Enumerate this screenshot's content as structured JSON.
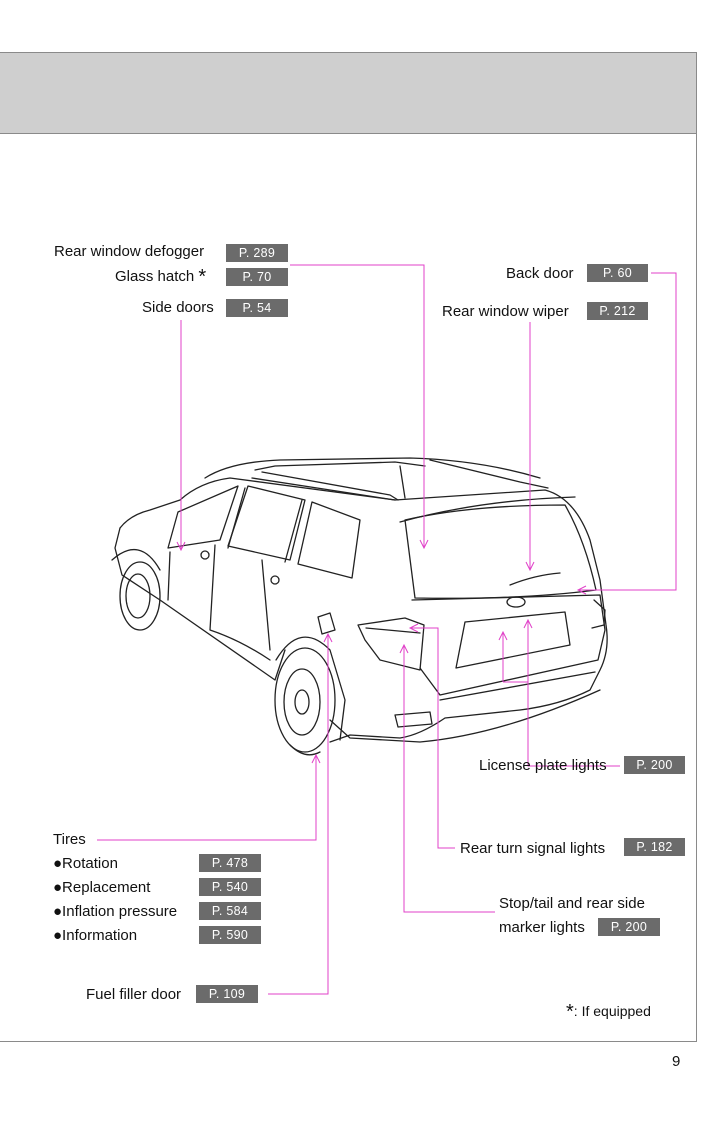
{
  "labels": {
    "rear_window_defogger": "Rear window defogger",
    "glass_hatch": "Glass hatch",
    "side_doors": "Side doors",
    "back_door": "Back door",
    "rear_window_wiper": "Rear window wiper",
    "license_plate_lights": "License plate lights",
    "tires": "Tires",
    "rotation": "●Rotation",
    "replacement": "●Replacement",
    "inflation_pressure": "●Inflation pressure",
    "information": "●Information",
    "rear_turn_signal_lights": "Rear turn signal lights",
    "stop_tail_line1": "Stop/tail and rear side",
    "stop_tail_line2": "marker lights",
    "fuel_filler_door": "Fuel filler door"
  },
  "pages": {
    "rear_window_defogger": "P. 289",
    "glass_hatch": "P. 70",
    "side_doors": "P. 54",
    "back_door": "P. 60",
    "rear_window_wiper": "P. 212",
    "license_plate_lights": "P. 200",
    "rotation": "P. 478",
    "replacement": "P. 540",
    "inflation_pressure": "P. 584",
    "information": "P. 590",
    "rear_turn_signal_lights": "P. 182",
    "stop_tail": "P. 200",
    "fuel_filler_door": "P. 109"
  },
  "footnote": {
    "star": "*",
    "text": ": If equipped"
  },
  "glass_hatch_star": "*",
  "page_number": "9",
  "colors": {
    "leader_line": "#e040c8",
    "page_badge": "#6b6b6b",
    "header_band": "#cfcfcf"
  }
}
